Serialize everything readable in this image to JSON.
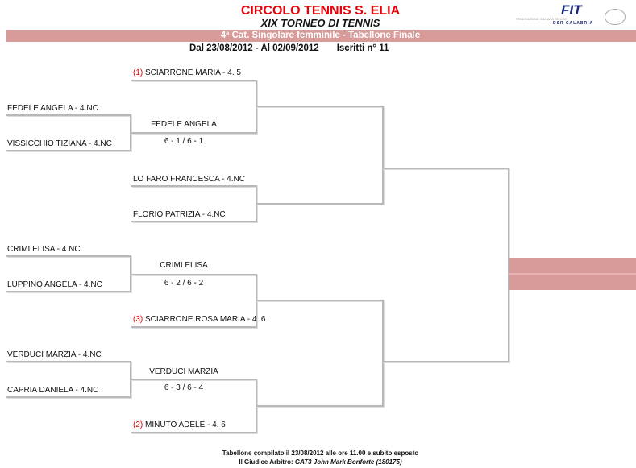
{
  "header": {
    "title": "CIRCOLO TENNIS S. ELIA",
    "subtitle": "XIX TORNEO DI TENNIS",
    "category": "4ª Cat. Singolare femminile - Tabellone Finale",
    "dates": "Dal 23/08/2012 - Al 02/09/2012",
    "entrants": "Iscritti n° 11"
  },
  "logo": {
    "name": "FIT",
    "line1": "FEDERAZIONE ITALIANA TENNIS",
    "line2": "DSR CALABRIA"
  },
  "round1": [
    {
      "top": "FEDELE ANGELA - 4.NC",
      "bottom": "VISSICCHIO TIZIANA - 4.NC",
      "winner": "FEDELE ANGELA",
      "score": "6 - 1  / 6 - 1"
    },
    {
      "top": "CRIMI ELISA - 4.NC",
      "bottom": "LUPPINO ANGELA - 4.NC",
      "winner": "CRIMI ELISA",
      "score": "6 - 2 / 6 - 2"
    },
    {
      "top": "VERDUCI MARZIA - 4.NC",
      "bottom": "CAPRIA DANIELA - 4.NC",
      "winner": "VERDUCI MARZIA",
      "score": "6 - 3 / 6 - 4"
    }
  ],
  "round2": [
    {
      "seed": "(1)",
      "name": "SCIARRONE MARIA - 4. 5"
    },
    {
      "seed": "",
      "name": "LO FARO FRANCESCA - 4.NC"
    },
    {
      "seed": "",
      "name": "FLORIO PATRIZIA - 4.NC"
    },
    {
      "seed": "(3)",
      "name": "SCIARRONE ROSA MARIA - 4. 6"
    },
    {
      "seed": "(2)",
      "name": "MINUTO ADELE - 4. 6"
    }
  ],
  "footer": {
    "line1": "Tabellone compilato il 23/08/2012 alle ore 11.00 e subito esposto",
    "line2_prefix": "Il Giudice Arbitro: ",
    "line2_name": "GAT3 John Mark Bonforte (180175)"
  },
  "colors": {
    "accent": "#e8000a",
    "band": "#d99a9a"
  }
}
